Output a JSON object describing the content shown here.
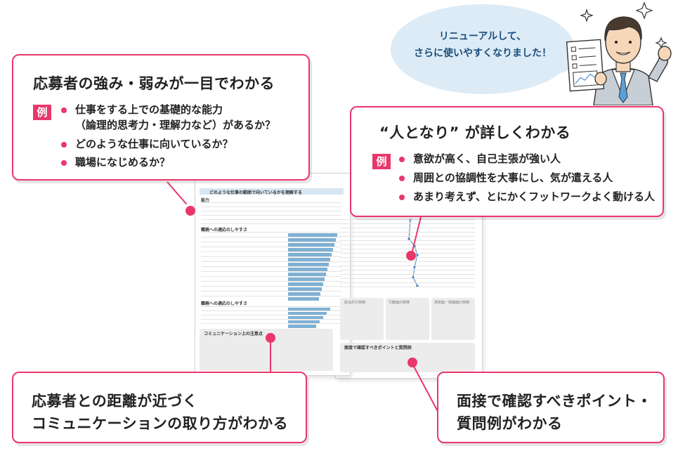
{
  "speech_bubble": {
    "line1": "リニューアルして、",
    "line2": "さらに使いやすくなりました！"
  },
  "callout_strengths": {
    "title": "応募者の強み・弱みが一目でわかる",
    "example_label": "例",
    "items": [
      "仕事をする上での基礎的な能力\n（論理的思考力・理解力など）があるか？",
      "どのような仕事に向いているか？",
      "職場になじめるか？"
    ]
  },
  "callout_personality": {
    "title": "“人となり” が詳しくわかる",
    "example_label": "例",
    "items": [
      "意欲が高く、自己主張が強い人",
      "周囲との協調性を大事にし、気が遣える人",
      "あまり考えず、とにかくフットワークよく動ける人"
    ]
  },
  "callout_communication": {
    "title_line1": "応募者との距離が近づく",
    "title_line2": "コミュニケーションの取り方がわかる"
  },
  "callout_interview": {
    "title_line1": "面接で確認すべきポイント・",
    "title_line2": "質問例がわかる"
  },
  "document": {
    "section_fit": "どのような仕事の範囲で向いているかを理解する",
    "section_ability": "能力",
    "section_duty": "職務への適応のしやすさ",
    "section_duty2": "職務への適応のしやすさ",
    "section_comm": "コミュニケーション上の注意点",
    "section_interview": "面接で確認すべきポイントと質問例",
    "box1": "総合的な特徴",
    "box2": "行動面の特徴",
    "box3": "意欲面・情緒面の特徴"
  },
  "colors": {
    "accent": "#e8386b",
    "bubble": "#dcebf6",
    "bar": "#7fb0d3"
  }
}
